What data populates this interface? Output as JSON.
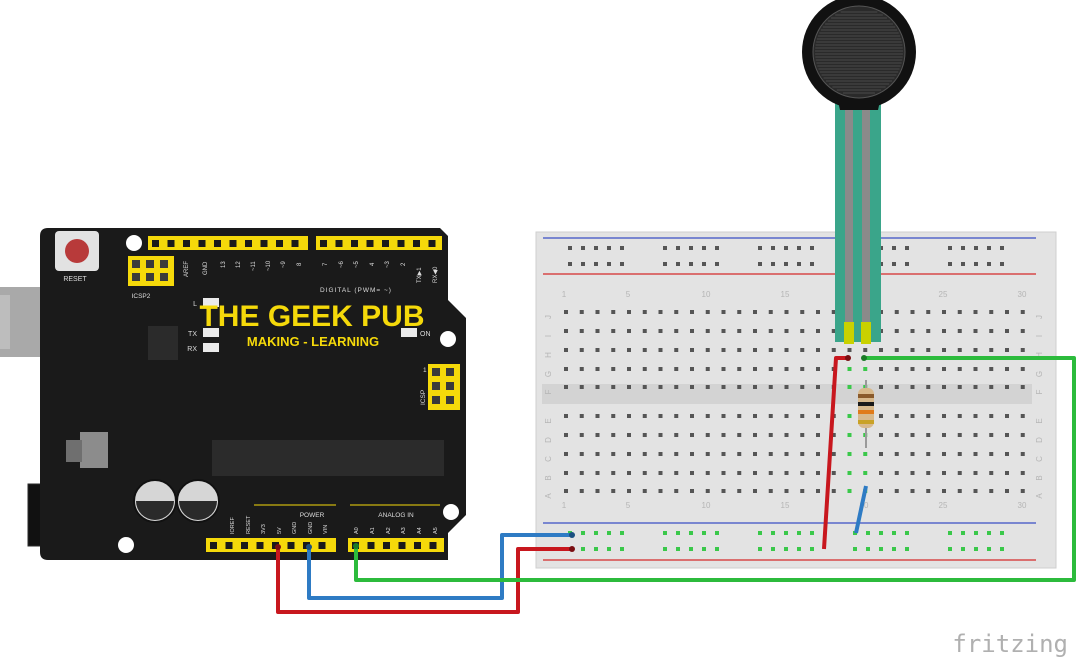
{
  "board": {
    "reset": "RESET",
    "icsp2": "ICSP2",
    "aref": "AREF",
    "gnd": "GND",
    "digital_pins": [
      "13",
      "12",
      "~11",
      "~10",
      "~9",
      "8",
      "7",
      "~6",
      "~5",
      "4",
      "~3",
      "2",
      "TX▶1",
      "RX◀0"
    ],
    "digital_label": "DIGITAL (PWM= ~)",
    "led_l": "L",
    "led_tx": "TX",
    "led_rx": "RX",
    "on": "ON",
    "brand": "THE GEEK PUB",
    "tagline": "MAKING - LEARNING",
    "icsp": "ICSP",
    "icsp_1": "1",
    "power_label": "POWER",
    "analog_label": "ANALOG IN",
    "power_pins": [
      "IOREF",
      "RESET",
      "3V3",
      "5V",
      "GND",
      "GND",
      "VIN"
    ],
    "analog_pins": [
      "A0",
      "A1",
      "A2",
      "A3",
      "A4",
      "A5"
    ]
  },
  "breadboard": {
    "column_numbers": [
      "1",
      "5",
      "10",
      "15",
      "20",
      "25",
      "30"
    ],
    "rows_top": [
      "J",
      "I",
      "H",
      "G",
      "F"
    ],
    "rows_bottom": [
      "E",
      "D",
      "C",
      "B",
      "A"
    ]
  },
  "watermark": "fritzing",
  "colors": {
    "board": "#1a1a1a",
    "header": "#f5d90a",
    "brand_text": "#f5d90a",
    "wire_red": "#c8171e",
    "wire_blue": "#2e7bc4",
    "wire_green": "#2cbb3c",
    "sensor_ribbon": "#3aa58a",
    "breadboard": "#e6e6e6",
    "rail_red": "#d42a2a",
    "rail_blue": "#3a4fc4",
    "hole_active": "#3ac84a"
  }
}
